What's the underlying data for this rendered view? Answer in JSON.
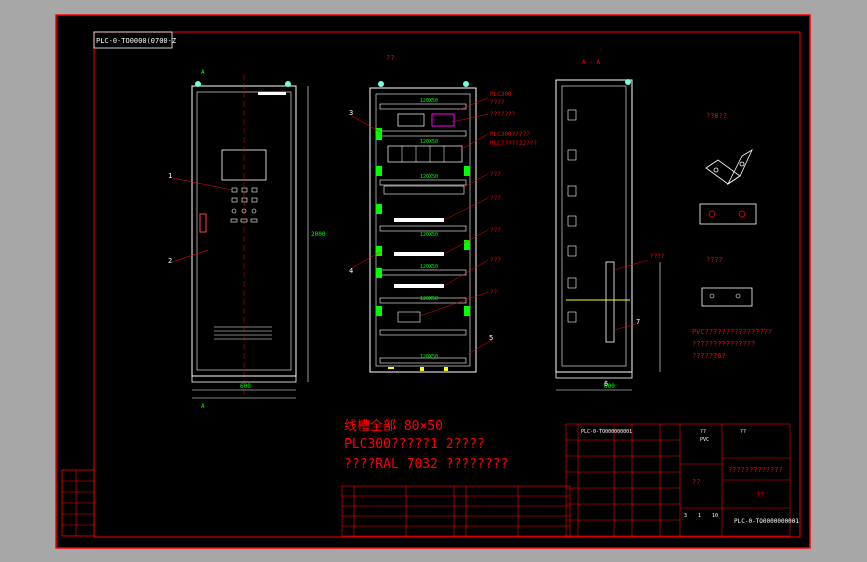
{
  "title_strip": "PLC-0-TO0000(0700-Z",
  "cabinet_front": {
    "callouts": [
      "1",
      "2"
    ],
    "dim_bottom": "600",
    "dim_right": "2000",
    "mark_top": "A",
    "mark_bottom": "A"
  },
  "cabinet_inside": {
    "callouts": [
      "3",
      "4",
      "5"
    ],
    "top_label": "??",
    "labels_right": [
      "PLC300",
      "????",
      "???????",
      "PLC300?????",
      "PLC?????32???",
      "???",
      "???",
      "???",
      "???",
      "??"
    ],
    "duct_label": "120X50",
    "dim_bottom": "120X50"
  },
  "cabinet_section": {
    "title": "A - A",
    "callouts": [
      "????",
      "7",
      "6"
    ],
    "dim_bottom": "600"
  },
  "details": {
    "detail1_title": "??8??",
    "detail2_title": "????",
    "notes": [
      "PVC????????????????",
      "???????????????",
      "??????6?"
    ]
  },
  "notes_big": {
    "line1": "线槽全部 80×50",
    "line2": "PLC300?????1 2????",
    "line3": "????RAL 7032 ????????"
  },
  "title_block": {
    "company": "?????????????",
    "doc_code": "PLC-0-TO0000000001",
    "mid_code": "??",
    "right_label": "??",
    "cells": [
      "PLC-0-TO000000001",
      "??",
      "PVC",
      "??",
      "3",
      "1",
      "10"
    ]
  },
  "colors": {
    "background": "#000000",
    "frame": "#ff0000",
    "drawing": "#ffffff",
    "annotation": "#ff0000",
    "dimension": "#00ff00",
    "highlight": "#ffff00",
    "accent": "#ff00ff"
  }
}
